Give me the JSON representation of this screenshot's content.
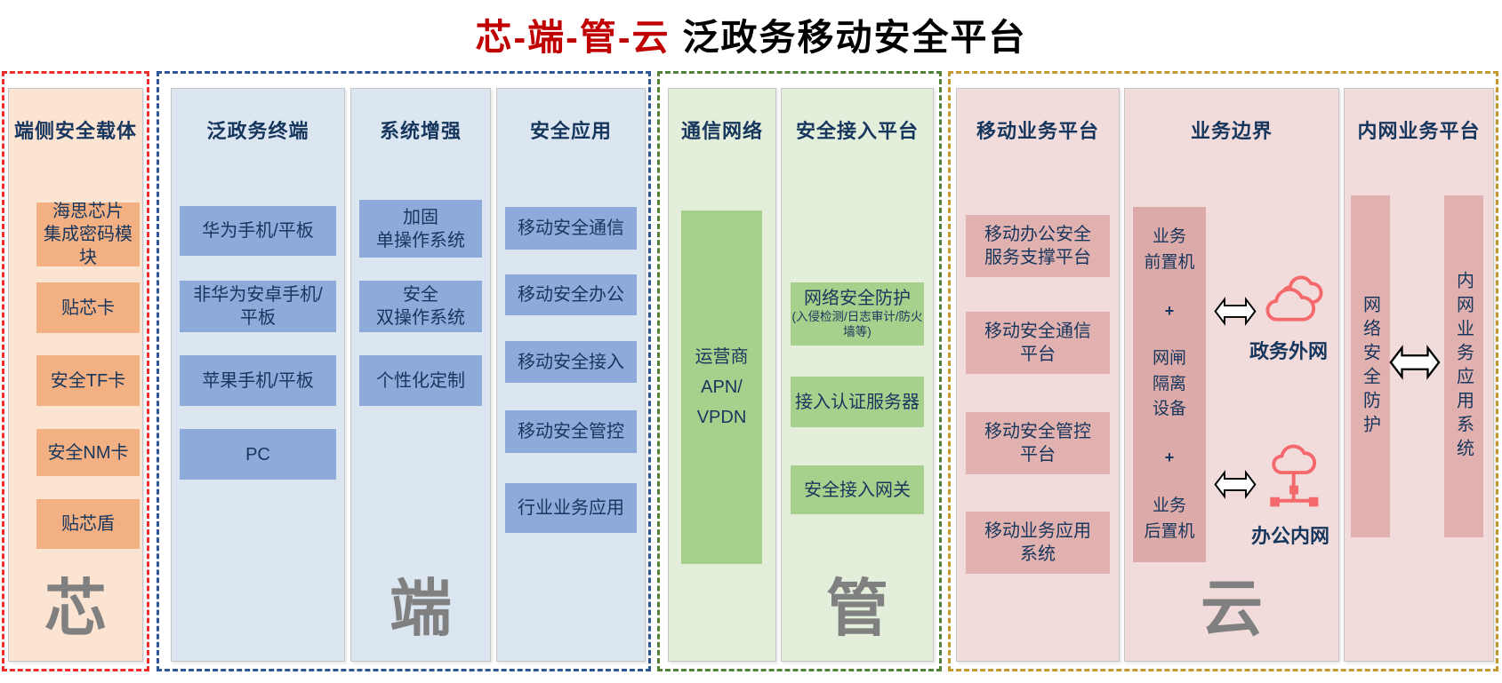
{
  "title": {
    "highlight": "芯-端-管-云",
    "main": "泛政务移动安全平台"
  },
  "colors": {
    "title_highlight": "#c00000",
    "chip_border": "#ee2c2c",
    "terminal_border": "#2f5597",
    "pipe_border": "#538135",
    "cloud_border": "#c3992e",
    "chip_box": "#f3b183",
    "terminal_box": "#8eaadb",
    "pipe_box": "#a8d08d",
    "cloud_box": "#e0b1af",
    "text_navy": "#17365d",
    "big_label_gray": "#808080",
    "cloud_icon": "#f4696b"
  },
  "sections": {
    "chip": {
      "big_label": "芯",
      "column": {
        "header": "端侧安全载体",
        "items": [
          "海思芯片\n集成密码模块",
          "贴芯卡",
          "安全TF卡",
          "安全NM卡",
          "贴芯盾"
        ]
      }
    },
    "terminal": {
      "big_label": "端",
      "columns": [
        {
          "header": "泛政务终端",
          "items": [
            "华为手机/平板",
            "非华为安卓手机/\n平板",
            "苹果手机/平板",
            "PC"
          ]
        },
        {
          "header": "系统增强",
          "items": [
            "加固\n单操作系统",
            "安全\n双操作系统",
            "个性化定制"
          ]
        },
        {
          "header": "安全应用",
          "items": [
            "移动安全通信",
            "移动安全办公",
            "移动安全接入",
            "移动安全管控",
            "行业业务应用"
          ]
        }
      ]
    },
    "pipe": {
      "big_label": "管",
      "columns": [
        {
          "header": "通信网络",
          "items": [
            "运营商\nAPN/\nVPDN"
          ]
        },
        {
          "header": "安全接入平台",
          "items": [
            {
              "main": "网络安全防护",
              "sub": "(入侵检测/日志审计/防火墙等)"
            },
            "接入认证服务器",
            "安全接入网关"
          ]
        }
      ]
    },
    "cloud": {
      "big_label": "云",
      "columns": [
        {
          "header": "移动业务平台",
          "items": [
            "移动办公安全\n服务支撑平台",
            "移动安全通信\n平台",
            "移动安全管控\n平台",
            "移动业务应用\n系统"
          ]
        },
        {
          "header": "业务边界",
          "boundary_box": {
            "groups": [
              "业务\n前置机",
              "网闸\n隔离\n设备",
              "业务\n后置机"
            ],
            "plus": "+"
          },
          "external_label": "政务外网",
          "internal_label": "办公内网"
        },
        {
          "header": "内网业务平台",
          "bars": [
            "网络安全防护",
            "内网业务应用系统"
          ]
        }
      ]
    }
  }
}
